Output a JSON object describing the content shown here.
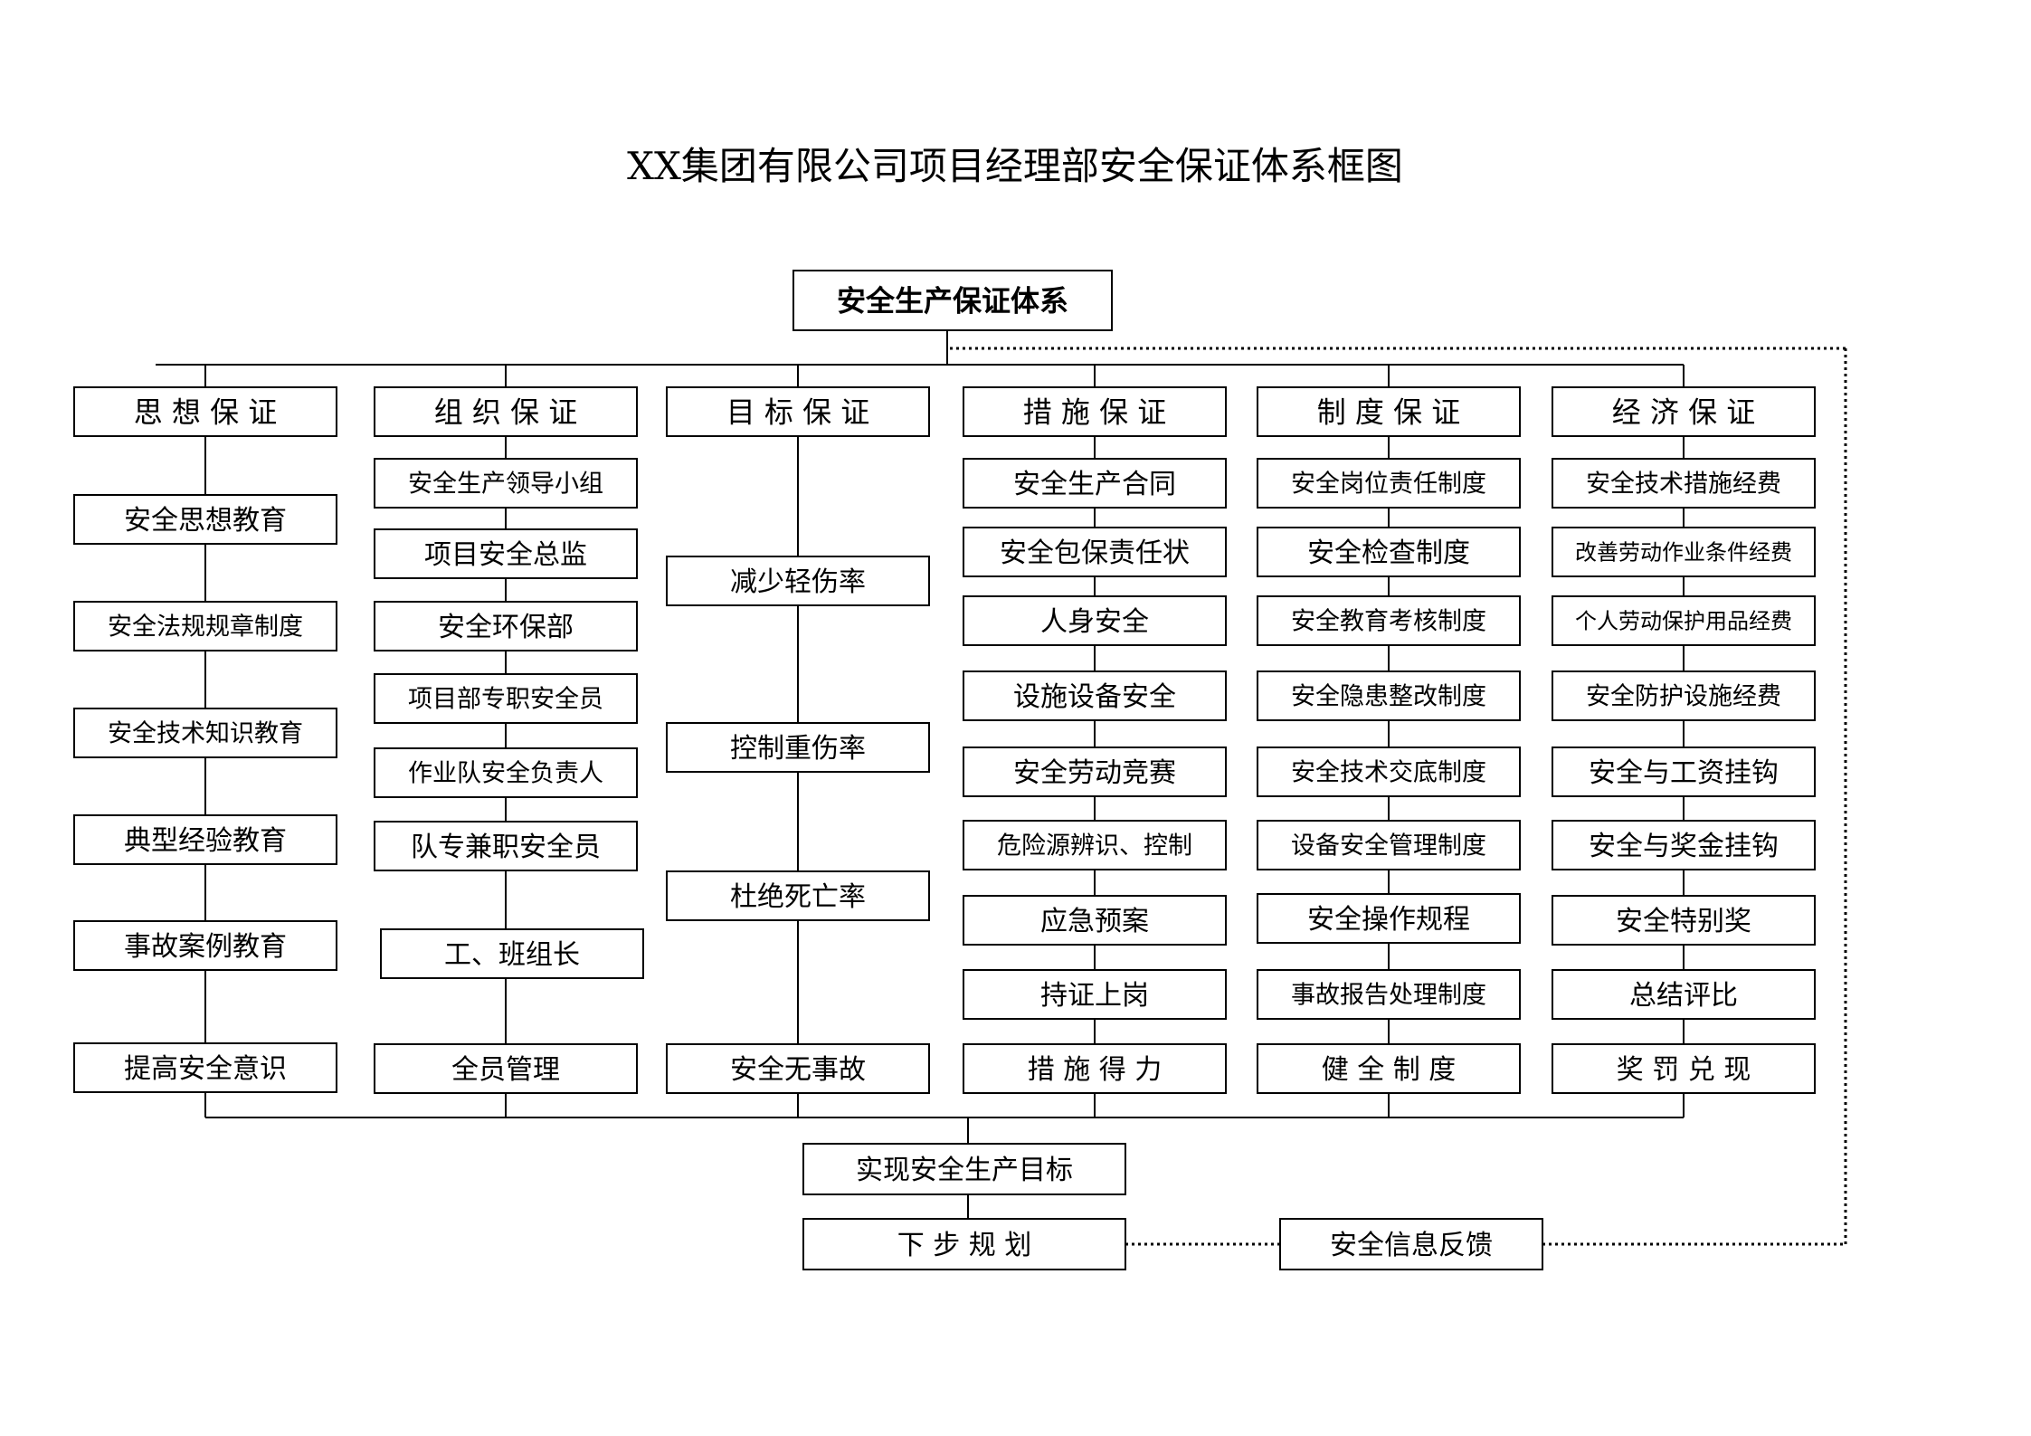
{
  "title": "XX集团有限公司项目经理部安全保证体系框图",
  "root": "安全生产保证体系",
  "columns": [
    {
      "header": "思 想 保 证",
      "items": [
        "安全思想教育",
        "安全法规规章制度",
        "安全技术知识教育",
        "典型经验教育",
        "事故案例教育",
        "提高安全意识"
      ]
    },
    {
      "header": "组 织 保 证",
      "items": [
        "安全生产领导小组",
        "项目安全总监",
        "安全环保部",
        "项目部专职安全员",
        "作业队安全负责人",
        "队专兼职安全员",
        "工、班组长",
        "全员管理"
      ]
    },
    {
      "header": "目 标 保 证",
      "items": [
        "减少轻伤率",
        "控制重伤率",
        "杜绝死亡率",
        "安全无事故"
      ]
    },
    {
      "header": "措 施 保 证",
      "items": [
        "安全生产合同",
        "安全包保责任状",
        "人身安全",
        "设施设备安全",
        "安全劳动竞赛",
        "危险源辨识、控制",
        "应急预案",
        "持证上岗",
        "措 施 得 力"
      ]
    },
    {
      "header": "制 度 保 证",
      "items": [
        "安全岗位责任制度",
        "安全检查制度",
        "安全教育考核制度",
        "安全隐患整改制度",
        "安全技术交底制度",
        "设备安全管理制度",
        "安全操作规程",
        "事故报告处理制度",
        "健 全 制 度"
      ]
    },
    {
      "header": "经 济 保 证",
      "items": [
        "安全技术措施经费",
        "改善劳动作业条件经费",
        "个人劳动保护用品经费",
        "安全防护设施经费",
        "安全与工资挂钩",
        "安全与奖金挂钩",
        "安全特别奖",
        "总结评比",
        "奖 罚 兑 现"
      ]
    }
  ],
  "goal": "实现安全生产目标",
  "next_step": "下 步 规 划",
  "feedback": "安全信息反馈"
}
